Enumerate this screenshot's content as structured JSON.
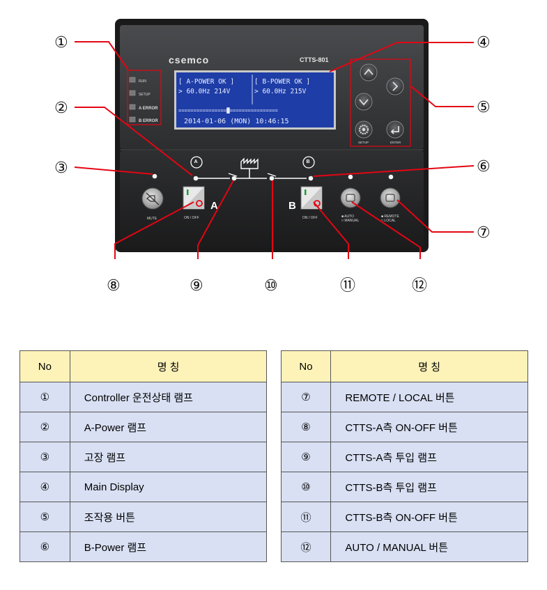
{
  "panel": {
    "brand": "csemco",
    "model": "CTTS-801",
    "status_lamps": [
      "RUN",
      "SETUP",
      "A ERROR",
      "B ERROR"
    ],
    "lcd": {
      "line1_a": "[ A-POWER   OK ]",
      "line1_b": "[ B-POWER   OK ]",
      "line2_a": "> 60.0Hz  214V",
      "line2_b": "> 60.0Hz  215V",
      "line3": "================█================",
      "line4": "2014-01-06 (MON) 10:46:15"
    },
    "nav_labels": {
      "setup": "SETUP",
      "enter": "ENTER"
    },
    "labels": {
      "mute": "MUTE",
      "on_off_a": "ON / OFF",
      "on_off_b": "ON / OFF",
      "side_a": "A",
      "side_b": "B",
      "auto": "■ AUTO",
      "manual": "□ MANUAL",
      "remote": "■ REMOTE",
      "local": "□ LOCAL",
      "source_a": "A",
      "source_b": "B"
    }
  },
  "callouts": [
    "①",
    "②",
    "③",
    "④",
    "⑤",
    "⑥",
    "⑦",
    "⑧",
    "⑨",
    "⑩",
    "⑪",
    "⑫"
  ],
  "table": {
    "header_no": "No",
    "header_name": "명 칭",
    "rows": [
      {
        "no_l": "①",
        "name_l": "Controller 운전상태 램프",
        "no_r": "⑦",
        "name_r": "REMOTE / LOCAL 버튼"
      },
      {
        "no_l": "②",
        "name_l": "A-Power 램프",
        "no_r": "⑧",
        "name_r": "CTTS-A측 ON-OFF 버튼"
      },
      {
        "no_l": "③",
        "name_l": "고장 램프",
        "no_r": "⑨",
        "name_r": "CTTS-A측 투입 램프"
      },
      {
        "no_l": "④",
        "name_l": "Main Display",
        "no_r": "⑩",
        "name_r": "CTTS-B측 투입 램프"
      },
      {
        "no_l": "⑤",
        "name_l": "조작용 버튼",
        "no_r": "⑪",
        "name_r": "CTTS-B측 ON-OFF 버튼"
      },
      {
        "no_l": "⑥",
        "name_l": "B-Power 램프",
        "no_r": "⑫",
        "name_r": "AUTO / MANUAL 버튼"
      }
    ]
  },
  "colors": {
    "panel_dark": "#1f1f1f",
    "panel_face": "#3a3b3d",
    "lcd_bg": "#1e3da6",
    "callout_line": "#e30613",
    "header_bg": "#fdf3b9",
    "row_bg": "#d9e0f3"
  }
}
